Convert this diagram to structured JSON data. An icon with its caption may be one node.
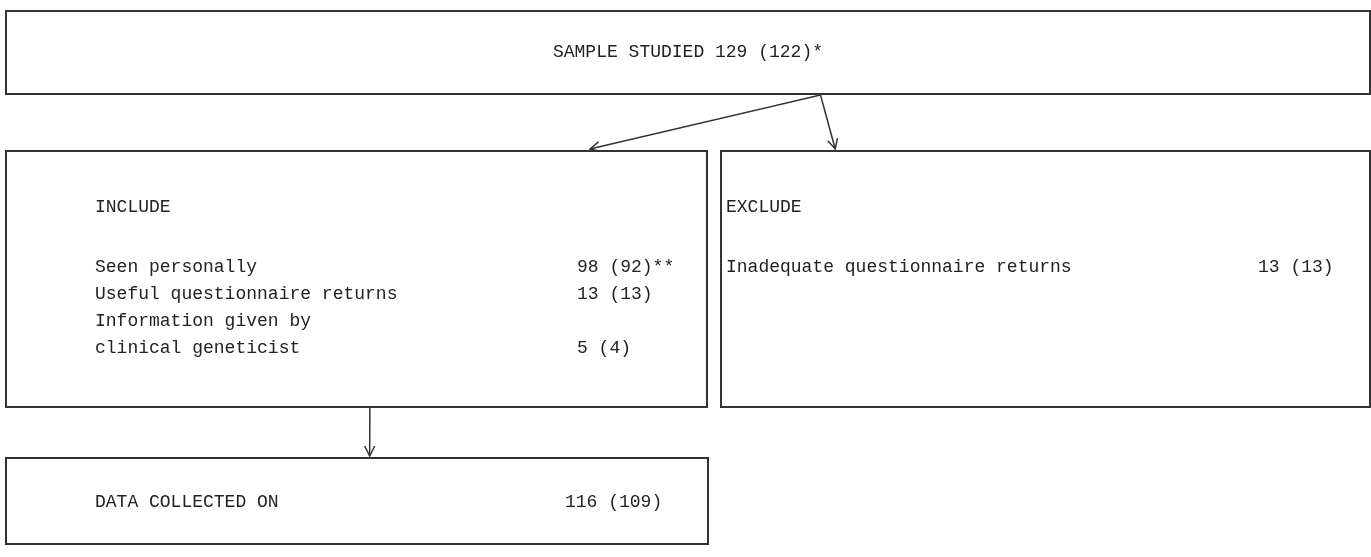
{
  "diagram": {
    "nodes": [
      {
        "text": [
          "SAMPLE STUDIED 129 (122)*"
        ]
      },
      {
        "text": [
          "INCLUDE",
          "Seen personally",
          "98 (92)**",
          "Useful questionnaire returns",
          "13 (13)",
          "Information given by clinical geneticist",
          "5 (4)"
        ]
      },
      {
        "text": [
          "EXCLUDE",
          "Inadequate questionnaire returns",
          "13 (13)"
        ]
      },
      {
        "text": [
          "DATA COLLECTED ON",
          "116 (109)"
        ]
      }
    ],
    "edges": [
      {
        "from": 0,
        "to": 1,
        "arrow": "to"
      },
      {
        "from": 0,
        "to": 2,
        "arrow": "to"
      },
      {
        "from": 1,
        "to": 3,
        "arrow": "to"
      }
    ]
  }
}
